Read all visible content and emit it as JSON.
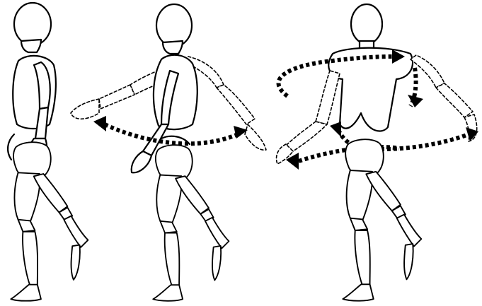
{
  "figure": {
    "background": "#ffffff",
    "ink": "#000000",
    "panels": [
      {
        "id": "figure-1",
        "motion": "none"
      },
      {
        "id": "figure-2",
        "motion": "arm-swing"
      },
      {
        "id": "figure-3",
        "motion": "torso-and-arm-rotation"
      }
    ],
    "icons": [
      "double-headed-arrow-icon",
      "curved-rotation-arrow-icon"
    ]
  }
}
